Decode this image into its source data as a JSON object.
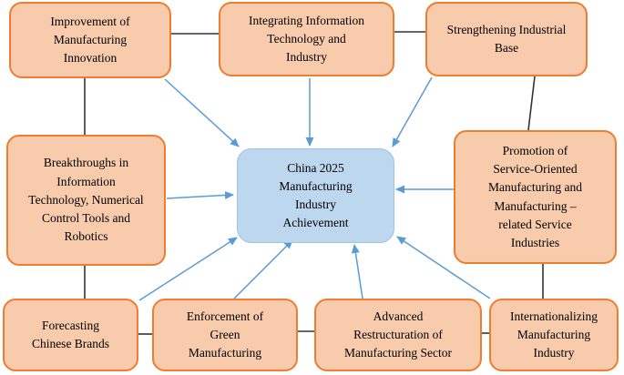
{
  "diagram": {
    "center": {
      "label": "China 2025 Manufacturing Industry Achievement"
    },
    "nodes": [
      {
        "id": "improvement",
        "label": "Improvement of Manufacturing Innovation"
      },
      {
        "id": "integrating",
        "label": "Integrating Information Technology and Industry"
      },
      {
        "id": "strengthening",
        "label": "Strengthening Industrial Base"
      },
      {
        "id": "breakthroughs",
        "label": "Breakthroughs in Information Technology, Numerical Control Tools and Robotics"
      },
      {
        "id": "promotion",
        "label": "Promotion of Service-Oriented Manufacturing and Manufacturing – related Service Industries"
      },
      {
        "id": "forecasting",
        "label": "Forecasting Chinese Brands"
      },
      {
        "id": "enforcement",
        "label": "Enforcement of Green Manufacturing"
      },
      {
        "id": "advanced",
        "label": "Advanced Restructuration of Manufacturing Sector"
      },
      {
        "id": "internationalizing",
        "label": "Internationalizing Manufacturing Industry"
      }
    ],
    "colors": {
      "node_fill": "#F8CBAD",
      "node_border": "#ED7D31",
      "center_fill": "#BDD7EE",
      "center_border": "#9DC3E6",
      "arrow": "#5B9BD5",
      "connector": "#333333",
      "text": "#000000",
      "background": "#FFFFFF"
    }
  }
}
